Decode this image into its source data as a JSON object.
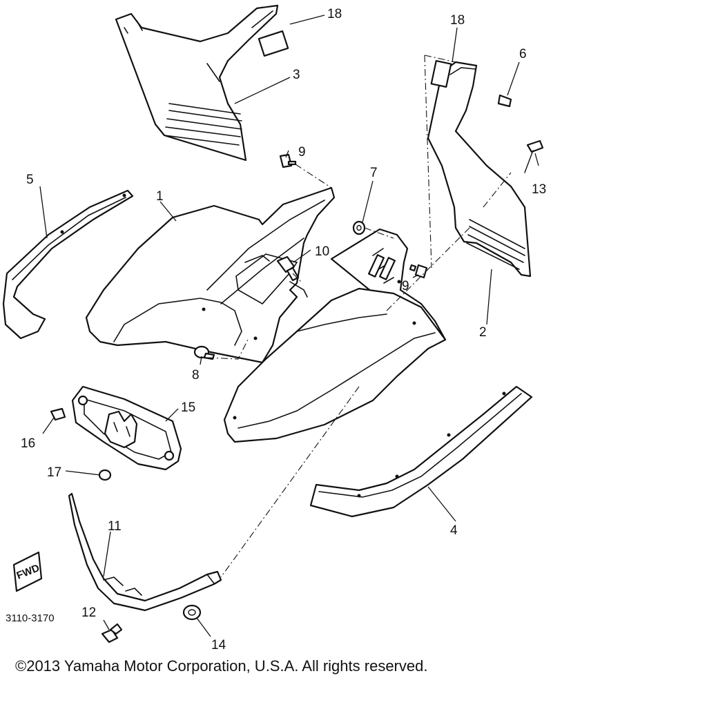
{
  "callouts": [
    {
      "id": "1",
      "label": "1"
    },
    {
      "id": "2",
      "label": "2"
    },
    {
      "id": "3",
      "label": "3"
    },
    {
      "id": "4",
      "label": "4"
    },
    {
      "id": "5",
      "label": "5"
    },
    {
      "id": "6",
      "label": "6"
    },
    {
      "id": "7",
      "label": "7"
    },
    {
      "id": "8",
      "label": "8"
    },
    {
      "id": "9a",
      "label": "9"
    },
    {
      "id": "9b",
      "label": "9"
    },
    {
      "id": "10",
      "label": "10"
    },
    {
      "id": "11",
      "label": "11"
    },
    {
      "id": "12",
      "label": "12"
    },
    {
      "id": "13",
      "label": "13"
    },
    {
      "id": "14",
      "label": "14"
    },
    {
      "id": "15",
      "label": "15"
    },
    {
      "id": "16",
      "label": "16"
    },
    {
      "id": "17",
      "label": "17"
    },
    {
      "id": "18a",
      "label": "18"
    },
    {
      "id": "18b",
      "label": "18"
    }
  ],
  "fwd_label": "FWD",
  "diagram_code": "3110-3170",
  "copyright": "©2013 Yamaha Motor Corporation, U.S.A. All rights reserved."
}
